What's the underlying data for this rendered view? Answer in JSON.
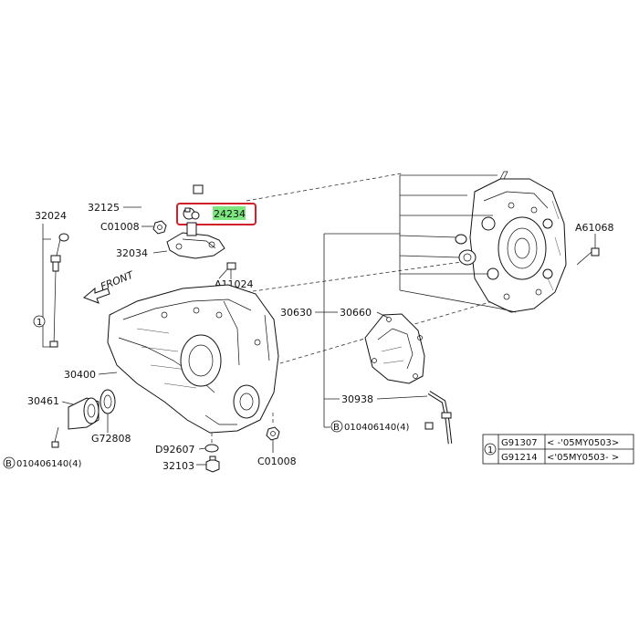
{
  "accent_colors": {
    "highlight_box": "#d0202a",
    "highlight_text_bg": "#7ee67e"
  },
  "callouts": {
    "p32125": "32125",
    "p24234": "24234",
    "p32024": "32024",
    "pC01008a": "C01008",
    "p32034": "32034",
    "pA11024": "A11024",
    "pFront": "FRONT",
    "pRef1": "1",
    "p30400": "30400",
    "p30461": "30461",
    "pG72808": "G72808",
    "pB010406140_left": "010406140(4)",
    "pB_left": "B",
    "pD92607": "D92607",
    "p32103": "32103",
    "pC01008b": "C01008",
    "pA61068": "A61068",
    "p30630": "30630",
    "p30660": "30660",
    "p30938": "30938",
    "pB010406140_right": "010406140(4)",
    "pB_right": "B"
  },
  "legend_table": {
    "ref": "1",
    "rows": [
      {
        "part": "G91307",
        "range": "< -'05MY0503>"
      },
      {
        "part": "G91214",
        "range": "<'05MY0503- >"
      }
    ]
  }
}
